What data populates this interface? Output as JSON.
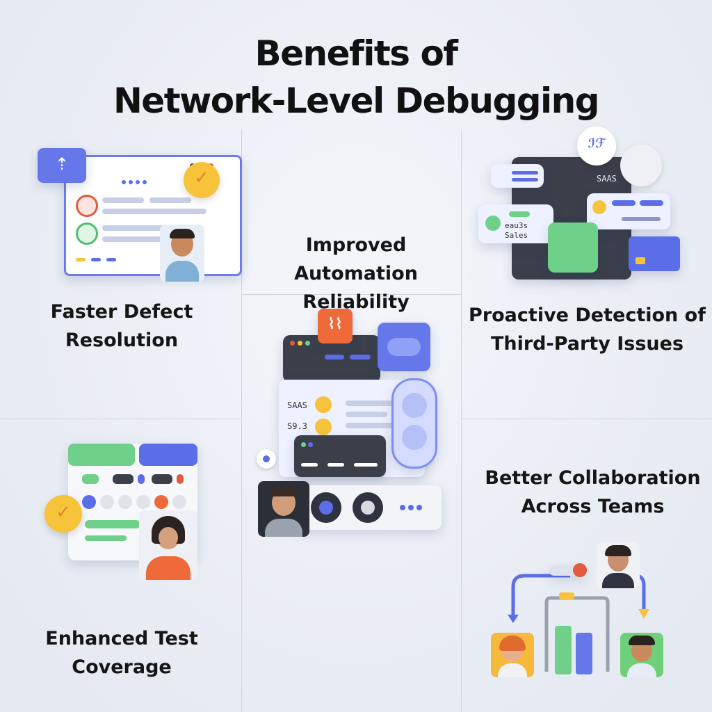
{
  "title": {
    "line1": "Benefits of",
    "line2": "Network-Level Debugging"
  },
  "benefits": [
    {
      "label_line1": "Faster Defect",
      "label_line2": "Resolution"
    },
    {
      "label_line1": "Improved Automation",
      "label_line2": "Reliability"
    },
    {
      "label_line1": "Proactive Detection of",
      "label_line2": "Third-Party Issues"
    },
    {
      "label_line1": "Enhanced Test",
      "label_line2": "Coverage"
    },
    {
      "label_line1": "Better Collaboration",
      "label_line2": "Across Teams"
    }
  ],
  "illustration_text": {
    "saas_card": "SAAS",
    "saas_center": "SAAS",
    "price_center": "S9.3",
    "sales_line1": "eau3s",
    "sales_line2": "Sales"
  },
  "icons": [
    "share-icon",
    "checkmark-badge-icon",
    "avatar-icon",
    "browser-window-icon",
    "cloud-icon",
    "code-icon",
    "gauge-icon",
    "camera-icon",
    "bar-chart-icon",
    "arrow-icon"
  ],
  "colors": {
    "accent_blue": "#5b6ee8",
    "accent_green": "#6fd08a",
    "accent_yellow": "#f6c33b",
    "accent_orange": "#ef6a3a",
    "dark_panel": "#3a3f4a"
  }
}
